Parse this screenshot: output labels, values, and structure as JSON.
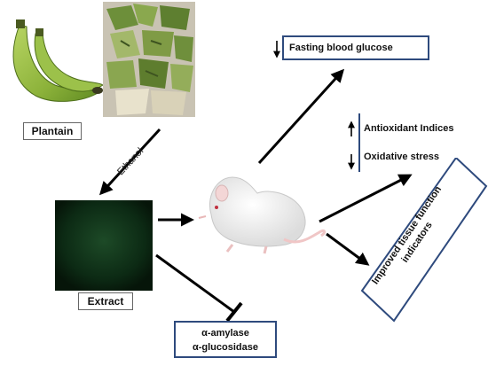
{
  "labels": {
    "plantain": "Plantain",
    "extract": "Extract",
    "ethanol": "Ethanol",
    "fasting_blood_glucose": "Fasting blood glucose",
    "antioxidant_indices": "Antioxidant Indices",
    "oxidative_stress": "Oxidative stress",
    "tissue_function": "Improved tissue function indicators",
    "alpha_amylase": "α-amylase",
    "alpha_glucosidase": "α-glucosidase"
  },
  "colors": {
    "box_border": "#2e4a7d",
    "arrow": "#000000",
    "banana_green": "#8cb23a",
    "extract_dark": "#0c2a14"
  }
}
